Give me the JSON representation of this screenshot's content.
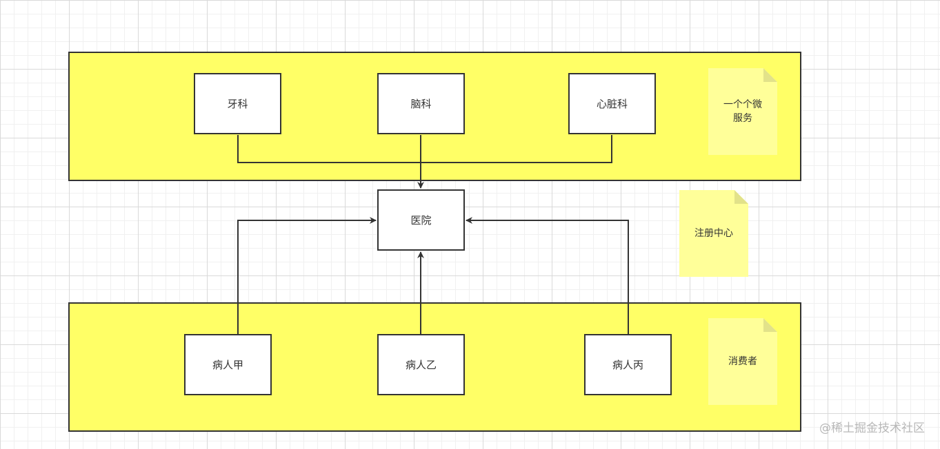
{
  "groups": {
    "top": {},
    "bottom": {}
  },
  "nodes": {
    "dental": "牙科",
    "brain": "脑科",
    "heart": "心脏科",
    "hospital": "医院",
    "patient_a": "病人甲",
    "patient_b": "病人乙",
    "patient_c": "病人丙"
  },
  "notes": {
    "microservices": "一个个微\n服务",
    "registry": "注册中心",
    "consumers": "消费者"
  },
  "colors": {
    "group_fill": "#ffff66",
    "note_fill": "#ffff99",
    "stroke": "#333333"
  },
  "watermark": "@稀土掘金技术社区"
}
